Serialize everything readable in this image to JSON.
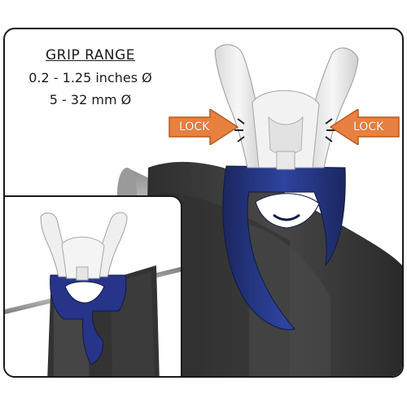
{
  "grip": {
    "title": "GRIP RANGE",
    "inches": "0.2 - 1.25 inches Ø",
    "mm": "5 - 32 mm Ø"
  },
  "lock": {
    "left_label": "LOCK",
    "right_label": "LOCK",
    "arrow_color": "#e8803f",
    "arrow_edge_color": "#b95a1f"
  },
  "colors": {
    "clip_white": "#eeeeee",
    "clip_blue": "#24347e",
    "cloth": "#3e3e3e",
    "rod": "#b9b9b9"
  },
  "icons": {
    "main_clip": "clothes-clip-illustration",
    "inset_clip": "clothes-clip-illustration",
    "lock_arrow": "arrow-icon"
  }
}
